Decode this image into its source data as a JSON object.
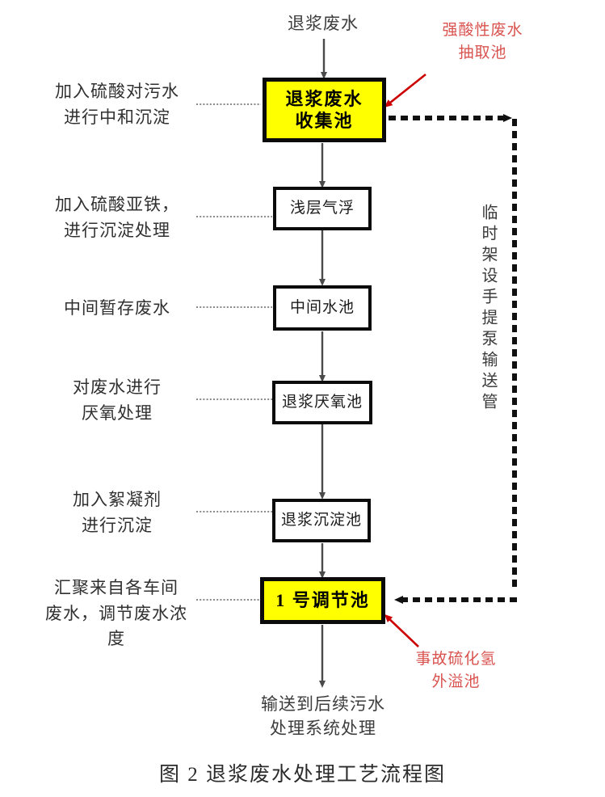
{
  "figure": {
    "caption": "图 2  退浆废水处理工艺流程图"
  },
  "flow": {
    "inlet_label": "退浆废水",
    "outlet_label": "输送到后续污水\n处理系统处理"
  },
  "nodes": [
    {
      "id": "collect-pool",
      "label": "退浆废水\n收集池",
      "style": "yellow"
    },
    {
      "id": "shallow-flotation",
      "label": "浅层气浮",
      "style": "plain"
    },
    {
      "id": "middle-pool",
      "label": "中间水池",
      "style": "plain"
    },
    {
      "id": "anaerobic-pool",
      "label": "退浆厌氧池",
      "style": "plain"
    },
    {
      "id": "sedimentation-pool",
      "label": "退浆沉淀池",
      "style": "plain"
    },
    {
      "id": "regulating-pool-1",
      "label": "1 号调节池",
      "style": "yellow"
    }
  ],
  "side_labels": [
    {
      "id": "note-neutralize",
      "text": "加入硫酸对污水\n进行中和沉淀"
    },
    {
      "id": "note-ferrous",
      "text": "加入硫酸亚铁，\n进行沉淀处理"
    },
    {
      "id": "note-storage",
      "text": "中间暂存废水"
    },
    {
      "id": "note-anaerobic",
      "text": "对废水进行\n厌氧处理"
    },
    {
      "id": "note-flocculant",
      "text": "加入絮凝剂\n进行沉淀"
    },
    {
      "id": "note-collect-all",
      "text": "汇聚来自各车间\n废水，调节废水浓\n度"
    }
  ],
  "annotations": [
    {
      "id": "strong-acid-pool",
      "text": "强酸性废水\n抽取池"
    },
    {
      "id": "h2s-overflow-pool",
      "text": "事故硫化氢\n外溢池"
    }
  ],
  "bypass": {
    "vertical_label": "临时架设手提泵输送管"
  },
  "colors": {
    "highlight_fill": "#ffff00",
    "box_border": "#0b0b0b",
    "annotation_red": "#d9534f",
    "arrow_red": "#cc0000",
    "flow_line": "#4a4a4a",
    "leader_line": "#7a7a7a"
  }
}
